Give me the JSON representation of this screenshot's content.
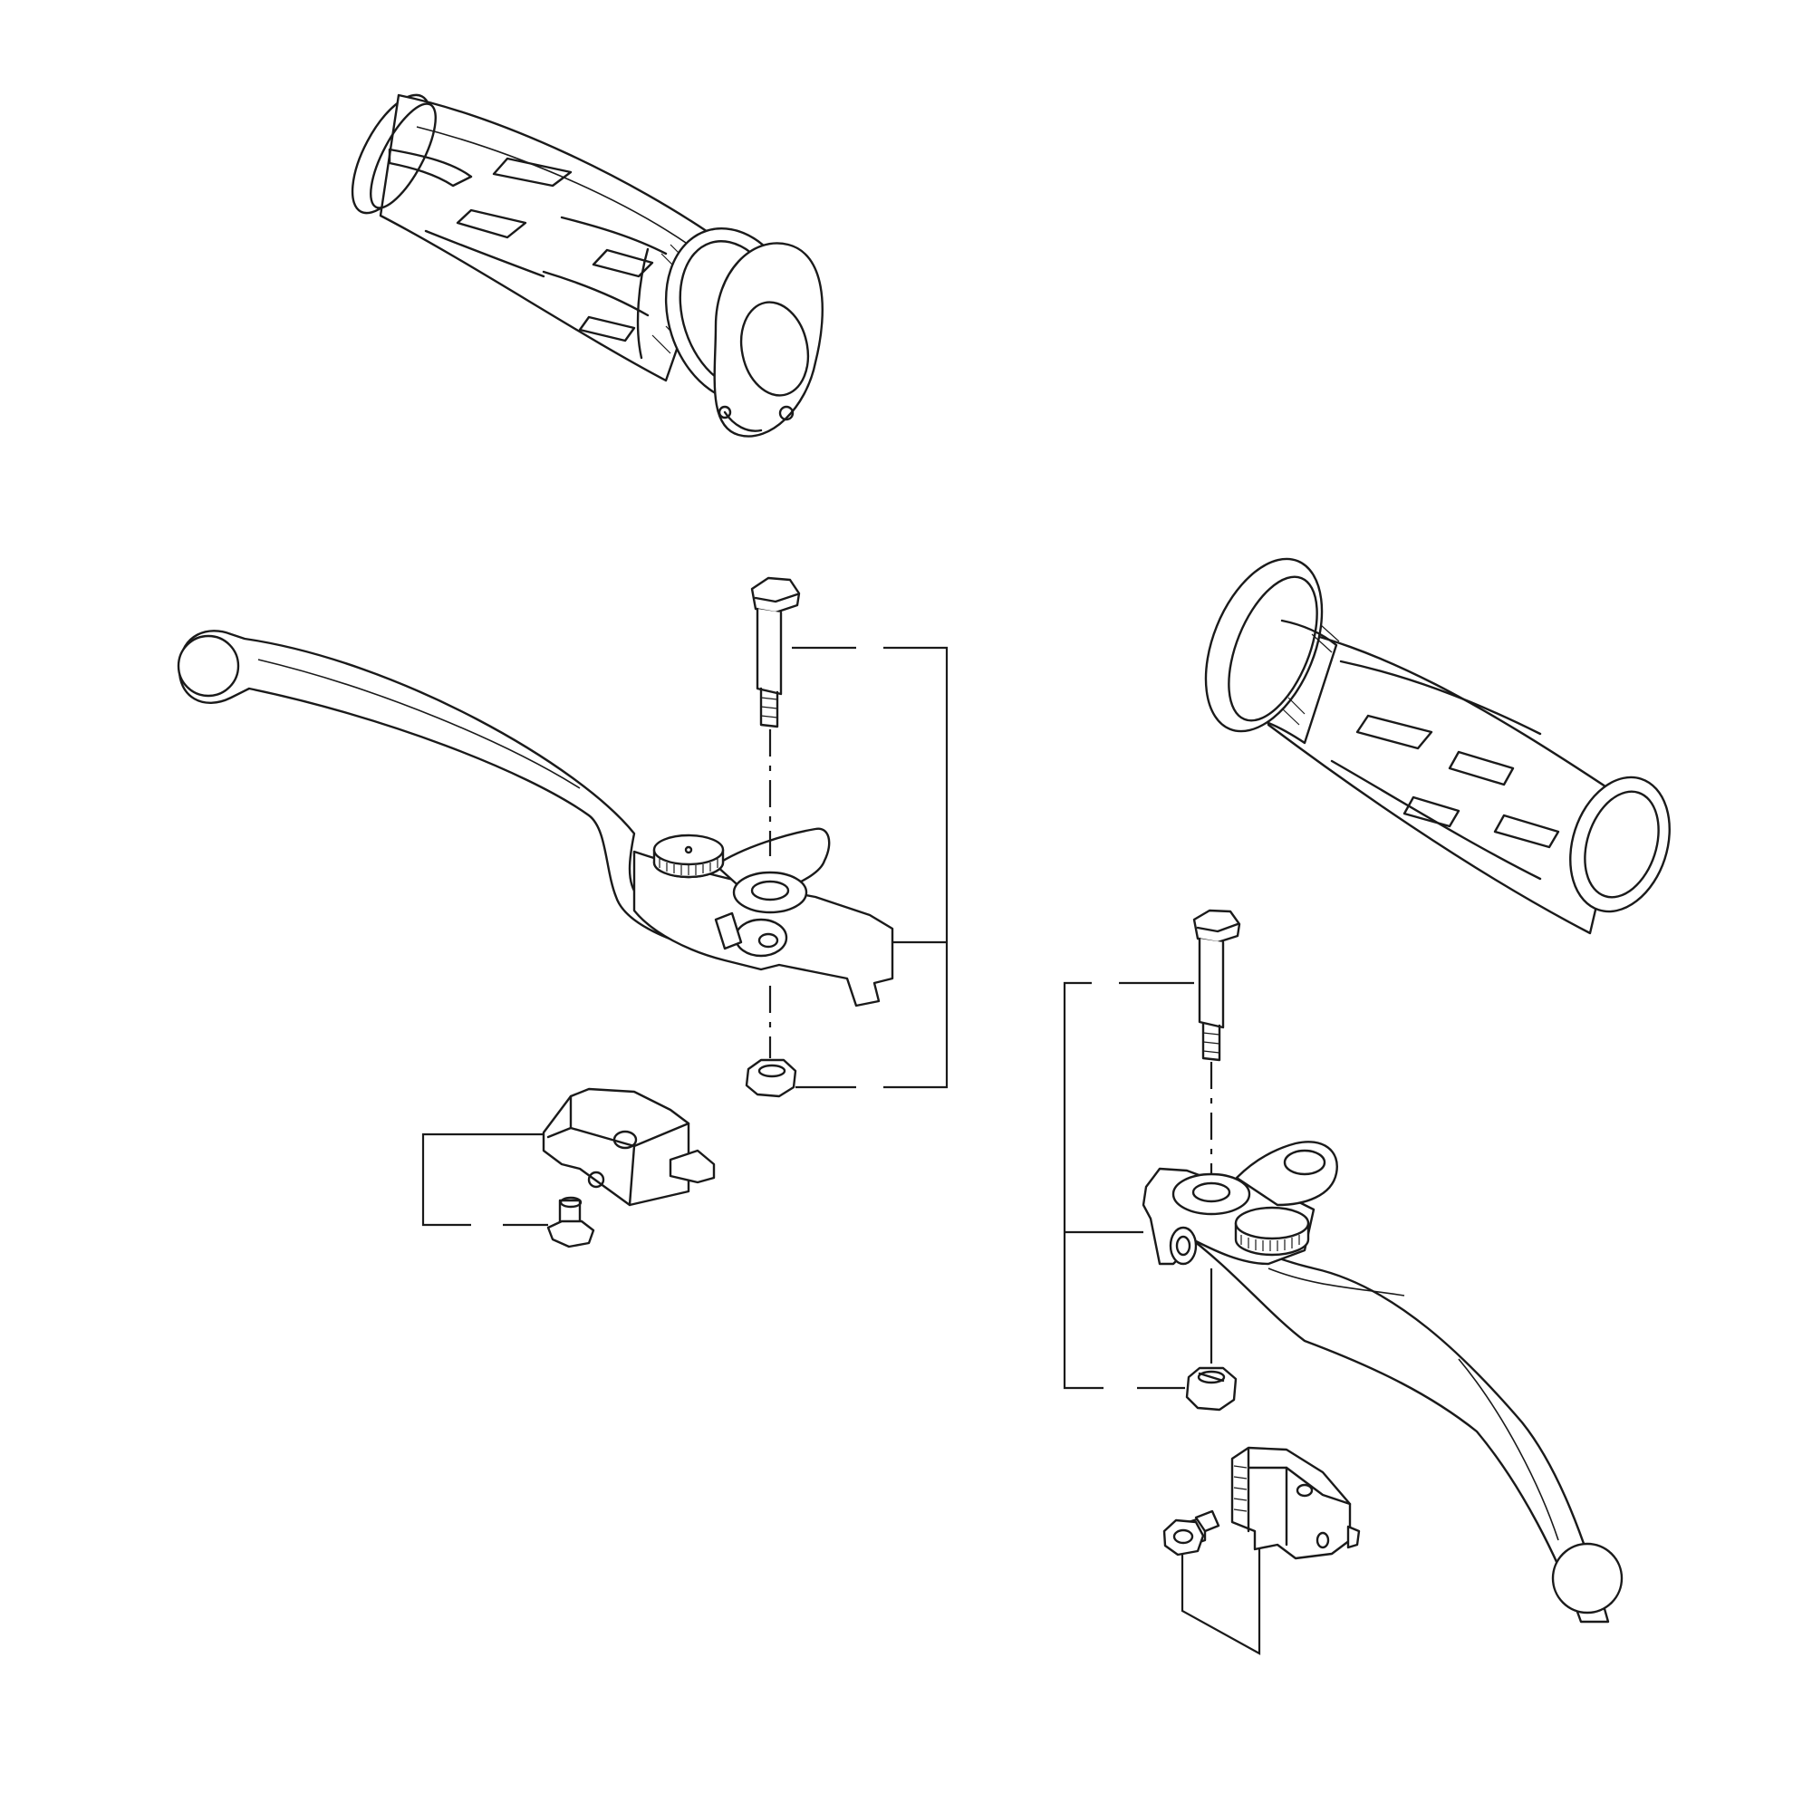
{
  "diagram": {
    "background": "#ffffff",
    "line_color": "#1a1a1a",
    "parts": [
      "left-handlebar-grip",
      "right-handlebar-grip",
      "clutch-lever",
      "clutch-lever-pivot-bolt",
      "clutch-lever-nut",
      "clutch-switch",
      "clutch-switch-screw",
      "brake-lever",
      "brake-lever-pivot-bolt",
      "brake-lever-nut",
      "front-brake-switch",
      "front-brake-switch-screw"
    ]
  }
}
